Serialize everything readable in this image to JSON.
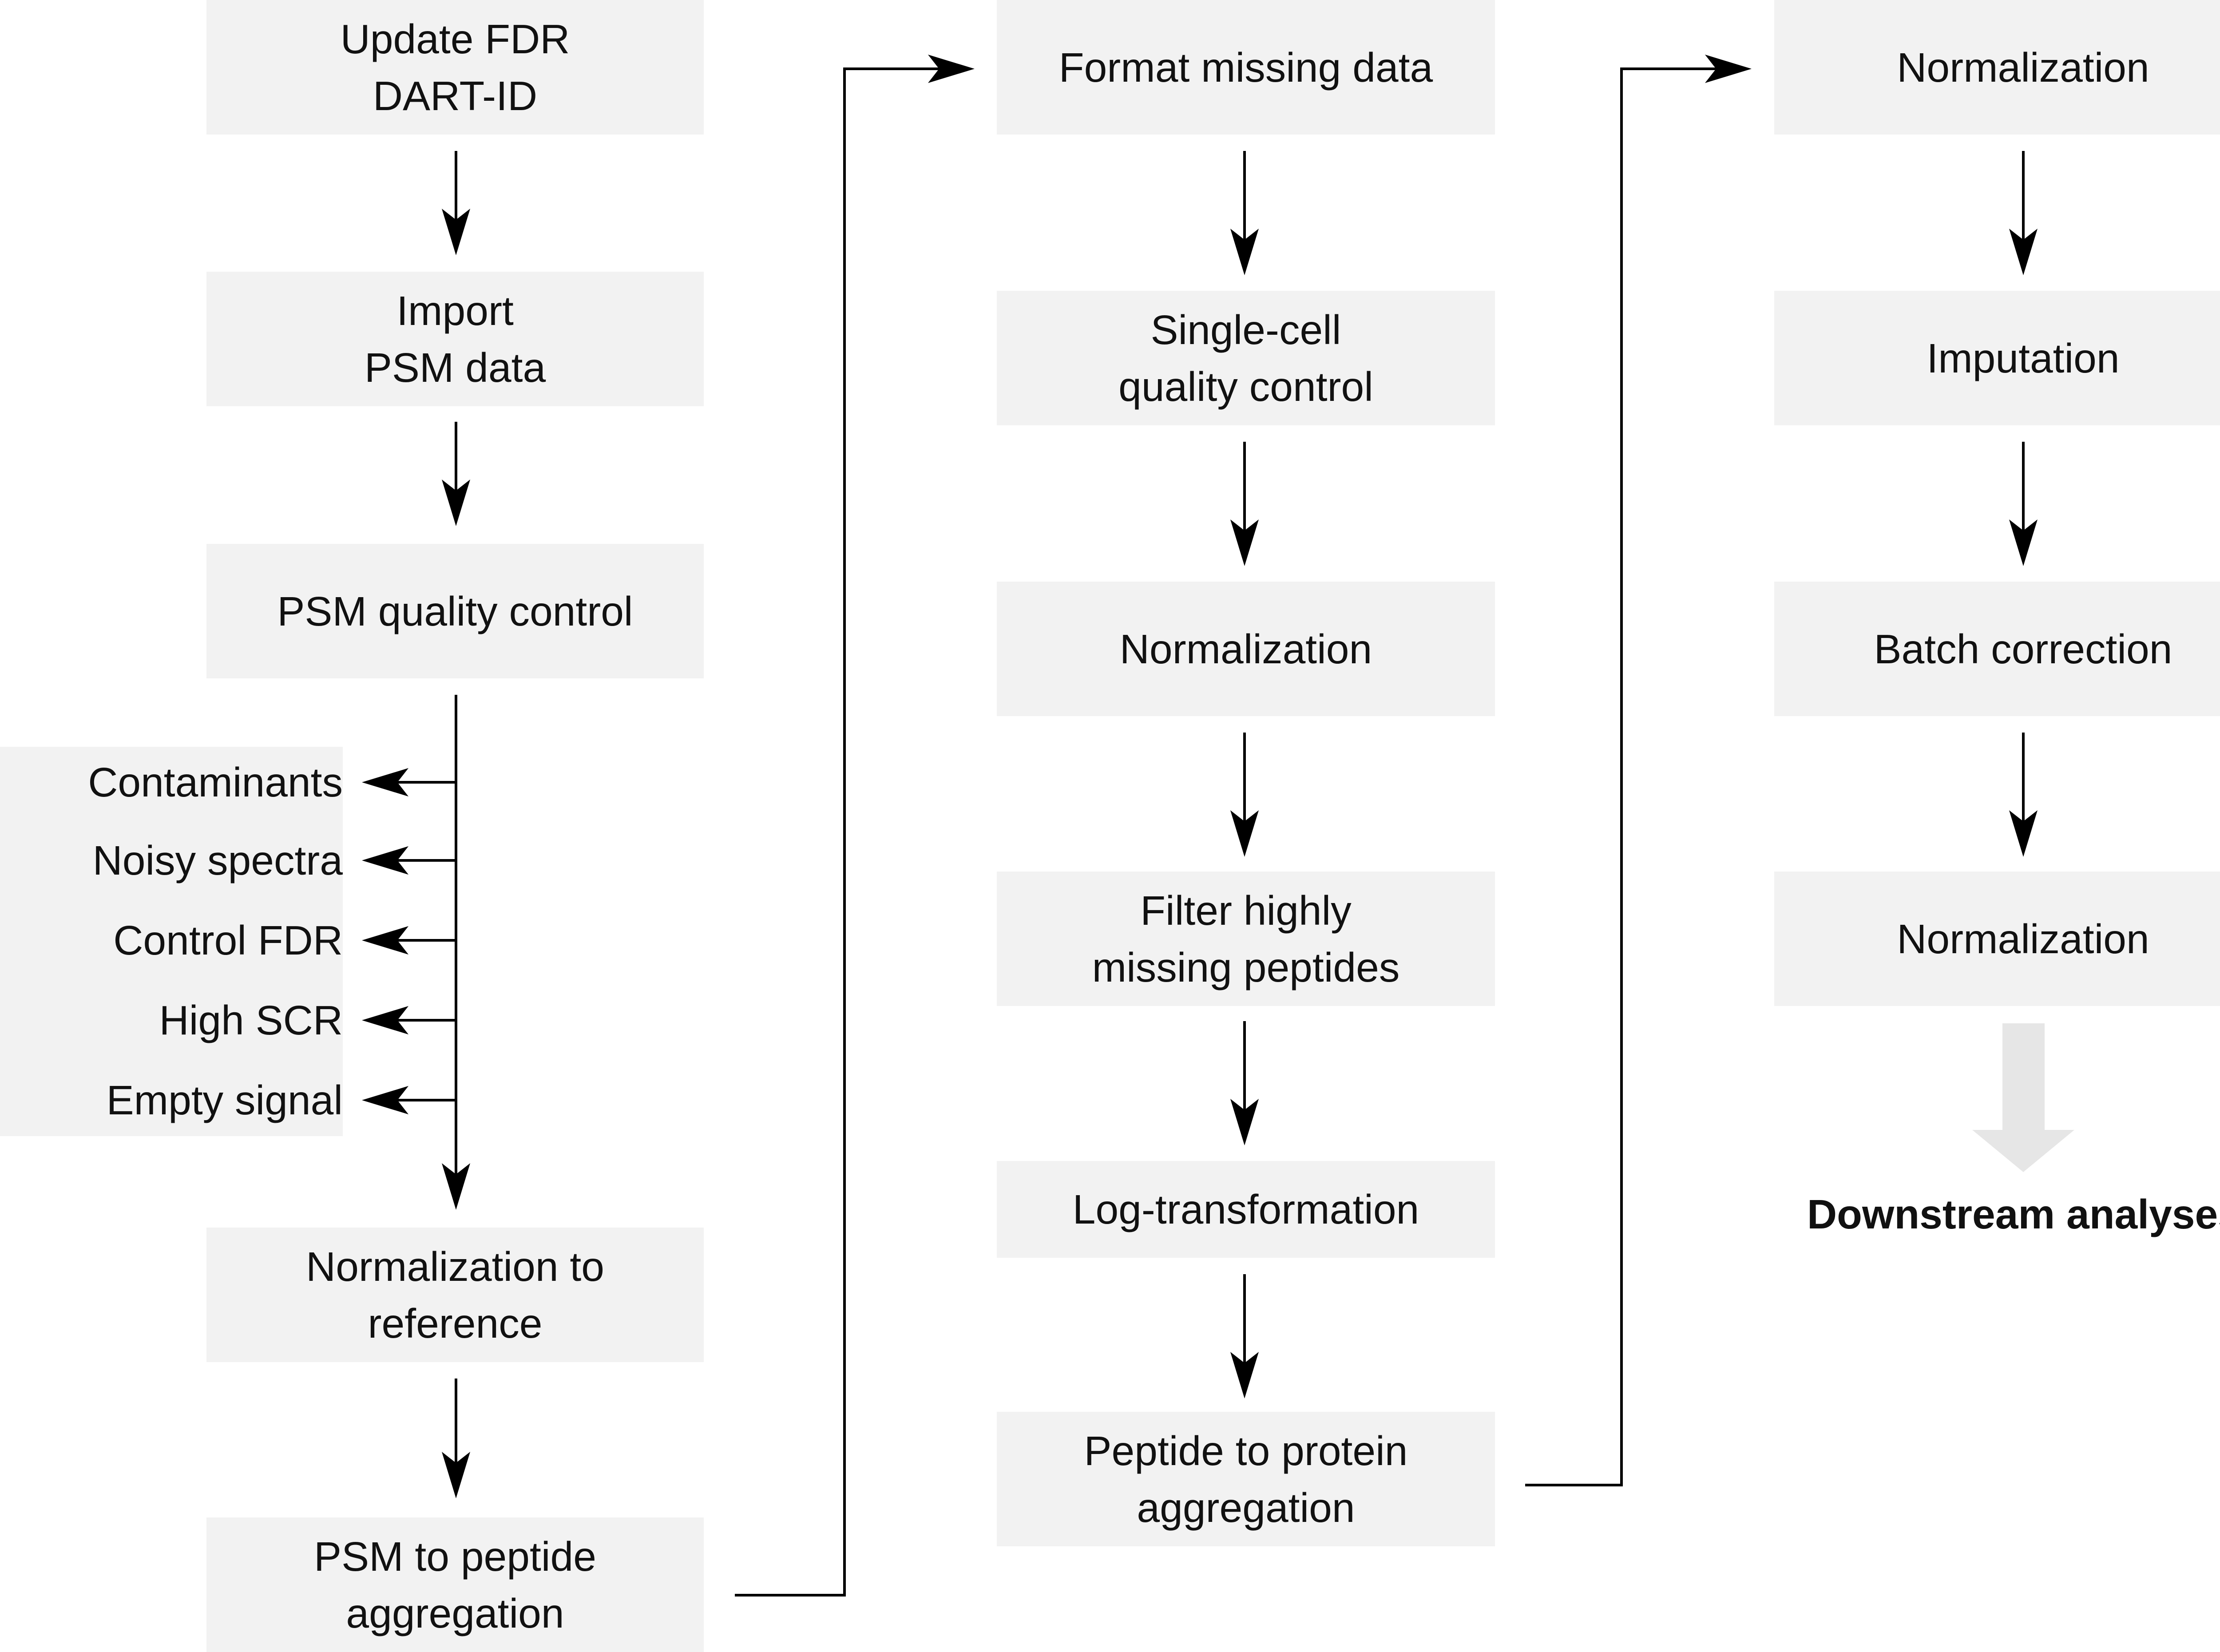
{
  "steps": {
    "update_fdr": [
      "Update FDR",
      "DART-ID"
    ],
    "import_psm": [
      "Import",
      "PSM data"
    ],
    "psm_qc": [
      "PSM quality control"
    ],
    "norm_reference": [
      "Normalization to",
      "reference"
    ],
    "psm_to_peptide": [
      "PSM to peptide",
      "aggregation"
    ],
    "format_missing": [
      "Format missing data"
    ],
    "single_cell_qc": [
      "Single-cell",
      "quality control"
    ],
    "normalization_1": [
      "Normalization"
    ],
    "filter_missing": [
      "Filter highly",
      "missing peptides"
    ],
    "log_transform": [
      "Log-transformation"
    ],
    "peptide_to_protein": [
      "Peptide to protein",
      "aggregation"
    ],
    "normalization_2": [
      "Normalization"
    ],
    "imputation": [
      "Imputation"
    ],
    "batch_correction": [
      "Batch correction"
    ],
    "normalization_3": [
      "Normalization"
    ]
  },
  "qc_filters": [
    "Contaminants",
    "Noisy spectra",
    "Control FDR",
    "High SCR",
    "Empty signal"
  ],
  "downstream": "Downstream analyses",
  "colors": {
    "box": "#f2f2f2",
    "arrow": "#000000",
    "downstream_arrow": "#e6e6e6",
    "text": "#111111"
  }
}
